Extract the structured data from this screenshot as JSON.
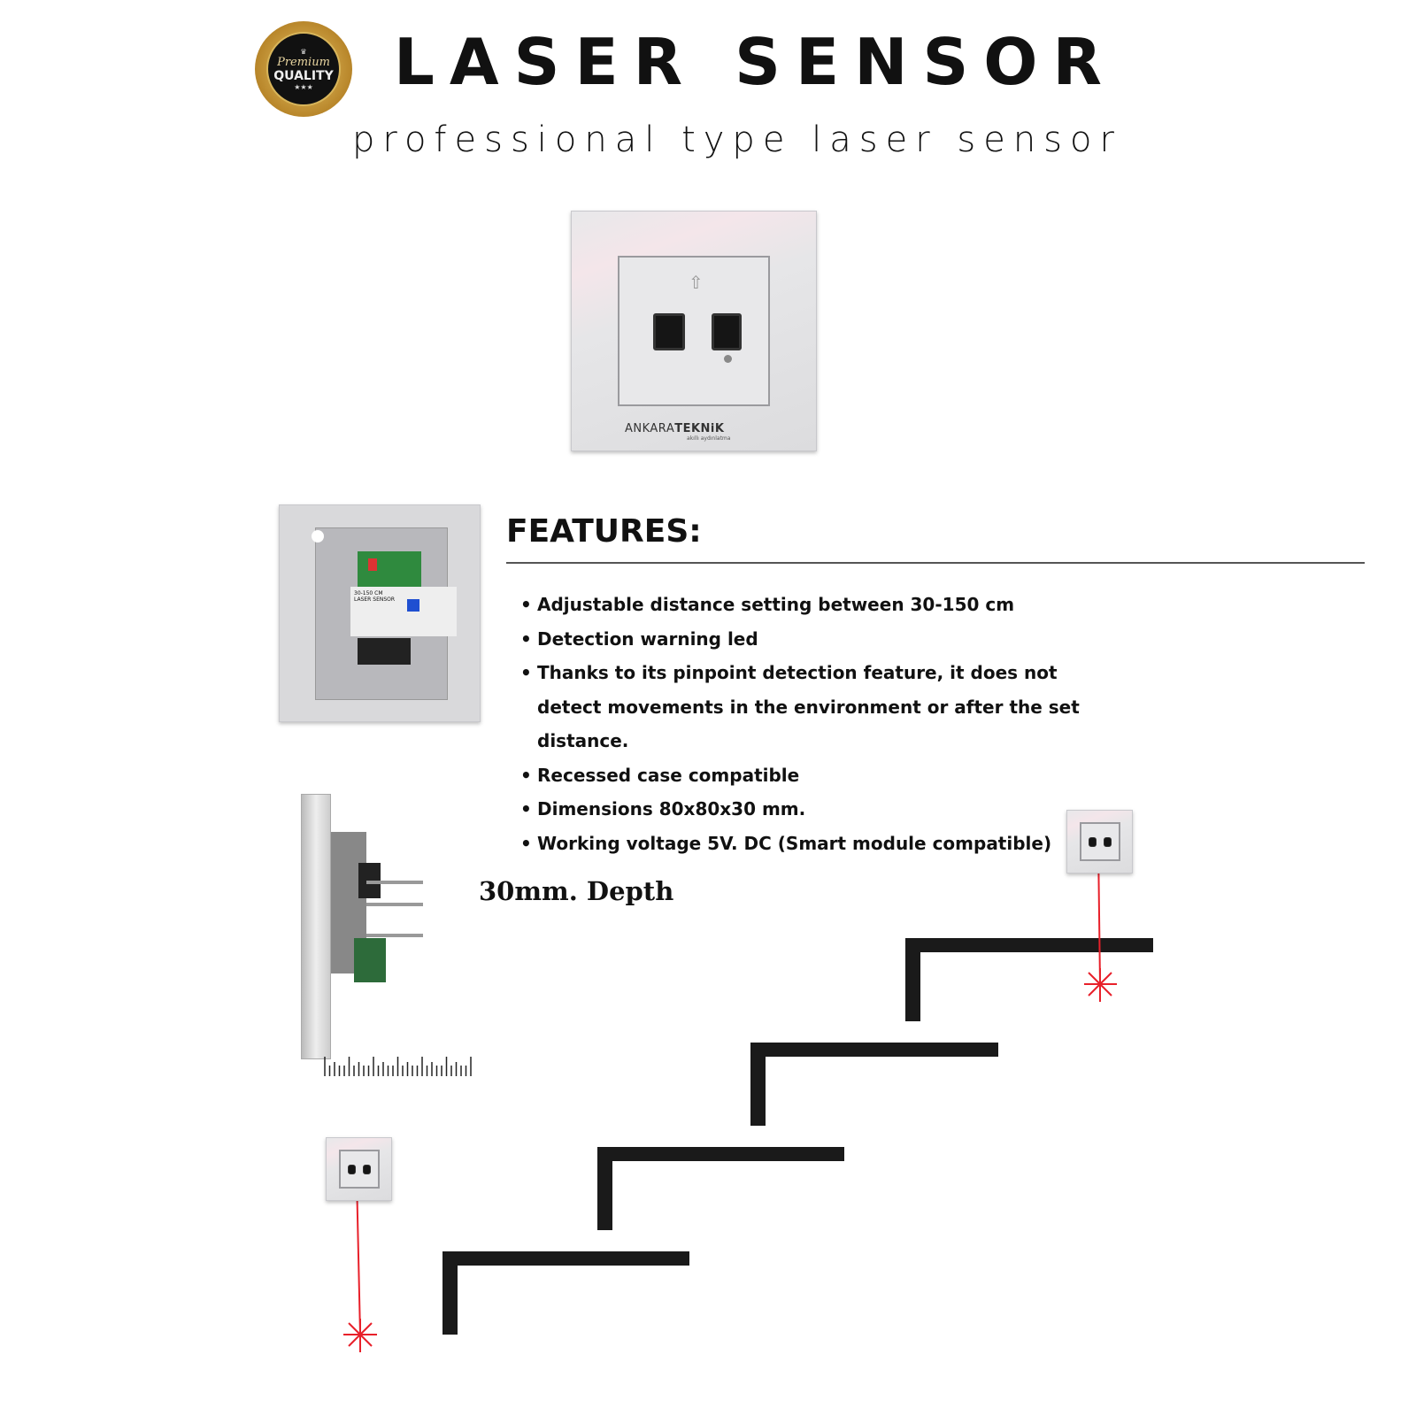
{
  "header": {
    "title": "LASER SENSOR",
    "subtitle": "professional type laser sensor"
  },
  "badge": {
    "line1": "Premium",
    "line2": "QUALITY",
    "stars": "★★★"
  },
  "product": {
    "brand_light": "ANKARA",
    "brand_bold": "TEKNiK",
    "tagline": "akıllı aydınlatma",
    "arrow": "⇧"
  },
  "back_label": {
    "range": "30-150 CM",
    "name": "LASER SENSOR",
    "minus": "- - -",
    "plus": "+++"
  },
  "features": {
    "heading": "FEATURES:",
    "items": [
      "Adjustable distance setting between 30-150 cm",
      "Detection warning led",
      "Thanks to its pinpoint detection feature, it does not detect movements in the environment or after the set distance.",
      "Recessed case compatible",
      "Dimensions 80x80x30 mm.",
      "Working voltage 5V. DC (Smart module compatible)"
    ]
  },
  "depth_label": "30mm. Depth",
  "colors": {
    "laser": "#e8202a",
    "stairs": "#1a1a1a"
  }
}
